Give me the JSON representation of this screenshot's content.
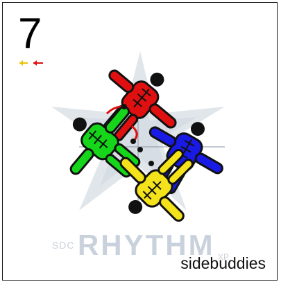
{
  "card": {
    "number": "7",
    "caption": "sidebuddies",
    "watermark_small": "SDC",
    "watermark_main": "RHYTHM",
    "watermark_suffix": "XP"
  },
  "jumpers": [
    {
      "name": "red-jumper",
      "color": "#e01010"
    },
    {
      "name": "green-jumper",
      "color": "#16d61a"
    },
    {
      "name": "blue-jumper",
      "color": "#1a1ae6"
    },
    {
      "name": "yellow-jumper",
      "color": "#f4e21a"
    }
  ],
  "icons": {
    "arrows": [
      "yellow-arrow-icon",
      "red-arrow-icon"
    ],
    "logo": "star-logo-icon"
  },
  "colors": {
    "watermark": "#c9d2dc",
    "outline": "#111111"
  }
}
